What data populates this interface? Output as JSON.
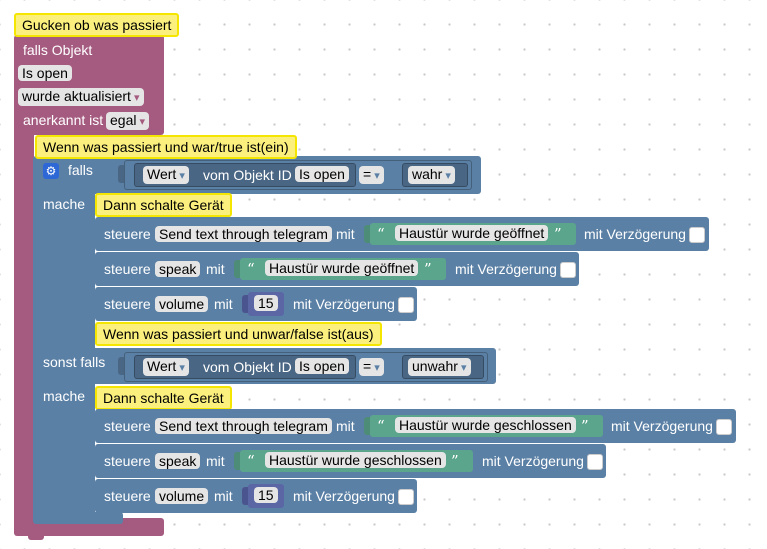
{
  "event": {
    "comment": "Gucken ob was passiert",
    "falls_objekt": "falls Objekt",
    "object_id": "Is open",
    "trigger": "wurde aktualisiert",
    "ack_label": "anerkannt ist",
    "ack_value": "egal"
  },
  "if_block": {
    "comment": "Wenn was passiert und war/true ist(ein)",
    "falls": "falls",
    "mache": "mache",
    "sonst_falls": "sonst falls",
    "mache2": "mache",
    "cond1": {
      "prop": "Wert",
      "text": "vom Objekt ID",
      "object": "Is open",
      "op": "=",
      "value": "wahr"
    },
    "cond2": {
      "prop": "Wert",
      "text": "vom Objekt ID",
      "object": "Is open",
      "op": "=",
      "value": "unwahr"
    }
  },
  "branch1": {
    "comment": "Dann schalte Gerät",
    "steuere": "steuere",
    "mit": "mit",
    "delay_label": "mit Verzögerung",
    "s1_target": "Send text through telegram",
    "s1_text": "Haustür wurde geöffnet",
    "s2_target": "speak",
    "s2_text": "Haustür wurde geöffnet",
    "s3_target": "volume",
    "s3_value": "15"
  },
  "unwar_comment": "Wenn was passiert und unwar/false ist(aus)",
  "branch2": {
    "comment": "Dann schalte Gerät",
    "s1_target": "Send text through telegram",
    "s1_text": "Haustür wurde geschlossen",
    "s2_target": "speak",
    "s2_text": "Haustür wurde geschlossen",
    "s3_target": "volume",
    "s3_value": "15"
  },
  "quote_open": "“",
  "quote_close": "”",
  "icons": {
    "gear": "gear-icon"
  },
  "colors": {
    "event": "#a55b80",
    "logic": "#5b80a5",
    "text": "#5ba58c",
    "number": "#5b67a5",
    "comment": "#fbf07d"
  }
}
